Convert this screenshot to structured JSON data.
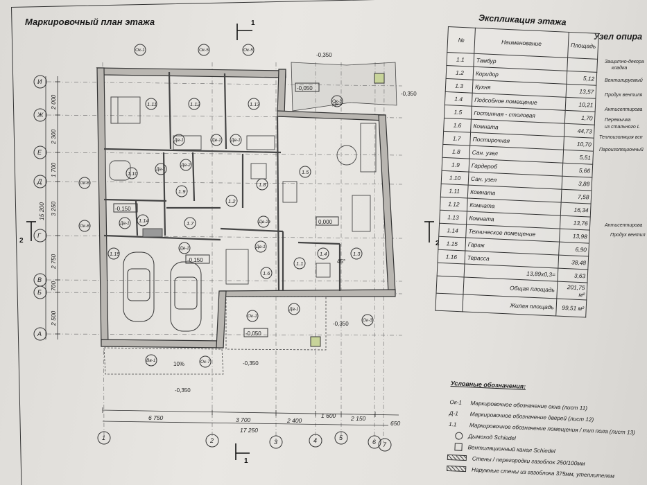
{
  "titles": {
    "plan": "Маркировочный план этажа",
    "explication": "Экспликация этажа",
    "node": "Узел опира"
  },
  "table": {
    "headers": [
      "№",
      "Наименование",
      "Площадь"
    ],
    "rows": [
      {
        "num": "1.1",
        "name": "Тамбур",
        "area": ""
      },
      {
        "num": "1.2",
        "name": "Коридор",
        "area": "5,12"
      },
      {
        "num": "1.3",
        "name": "Кухня",
        "area": "13,57"
      },
      {
        "num": "1.4",
        "name": "Подсобное помещение",
        "area": "10,21"
      },
      {
        "num": "1.5",
        "name": "Гостинная - столовая",
        "area": "1,70"
      },
      {
        "num": "1.6",
        "name": "Комната",
        "area": "44,73"
      },
      {
        "num": "1.7",
        "name": "Постирочная",
        "area": "10,70"
      },
      {
        "num": "1.8",
        "name": "Сан. узел",
        "area": "5,51"
      },
      {
        "num": "1.9",
        "name": "Гардероб",
        "area": "5,66"
      },
      {
        "num": "1.10",
        "name": "Сан. узел",
        "area": "3,88"
      },
      {
        "num": "1.11",
        "name": "Комната",
        "area": "7,58"
      },
      {
        "num": "1.12",
        "name": "Комната",
        "area": "16,34"
      },
      {
        "num": "1.13",
        "name": "Комната",
        "area": "13,76"
      },
      {
        "num": "1.14",
        "name": "Техническое помещение",
        "area": "13,98"
      },
      {
        "num": "1.15",
        "name": "Гараж",
        "area": "6,90"
      },
      {
        "num": "1.16",
        "name": "Терасса",
        "area": "38,48"
      },
      {
        "num": "",
        "name": "13,89х0,3=",
        "area": "3,63"
      }
    ],
    "total_label": "Общая площадь",
    "total_value": "201,75 м²",
    "living_label": "Жилая площадь",
    "living_value": "99,51 м²"
  },
  "legend": {
    "title": "Условные обозначения:",
    "items": [
      {
        "code": "Ок-1",
        "text": "Маркировочное обозначение окна  (лист 11)"
      },
      {
        "code": "Д-1",
        "text": "Маркировочное обозначение дверей (лист 12)"
      },
      {
        "code": "1.1",
        "text": "Маркировочное обозначение помещения / тип пола (лист 13)"
      },
      {
        "code": "",
        "text": "Дымоход Schiedel"
      },
      {
        "code": "",
        "text": "Вентиляционный канал Schiedel"
      },
      {
        "code": "",
        "text": "Стены / перегородки газоблок 250/100мм"
      },
      {
        "code": "",
        "text": "Наружные стены из газоблока 375мм, утеплителем"
      }
    ]
  },
  "side_notes": [
    "Защитно-декора",
    "кладка",
    "Вентилируемый",
    "Продух вентиля",
    "Антисептирова",
    "Перемычка",
    "из стального L",
    "Теплоизоляция всп",
    "Пароизоляционный",
    "Антисептирова",
    "Продух вентил"
  ],
  "plan": {
    "row_axes": [
      "И",
      "Ж",
      "Е",
      "Д",
      "Г",
      "В",
      "Б",
      "А"
    ],
    "col_axes": [
      "1",
      "2",
      "3",
      "4",
      "5",
      "6",
      "7"
    ],
    "left_dims": [
      "2 000",
      "2 300",
      "1 700",
      "3 250",
      "2 750",
      "700",
      "2 500",
      "15 200"
    ],
    "bottom_dims": [
      "6 750",
      "3 700",
      "2 400",
      "1 600",
      "2 150",
      "650"
    ],
    "bottom_total": "17 250",
    "section_label": "1",
    "section_side_label": "2",
    "rooms": [
      "1.11",
      "1.12",
      "1.13",
      "1.10",
      "1.9",
      "1.8",
      "1.5",
      "1.2",
      "1.14",
      "1.7",
      "1.15",
      "1.6",
      "1.1",
      "1.4",
      "1.3"
    ],
    "windows": [
      "Ок-1",
      "Ок-5",
      "Ок-5",
      "Ок-3",
      "Ок-6",
      "Ок-6",
      "Ок-7",
      "Ок-1",
      "Ок-3"
    ],
    "doors": [
      "Дв-1",
      "Дв-1",
      "Дв-1",
      "Дв-2",
      "Дв-1",
      "Дв-1",
      "Дв-2г",
      "Дв-1",
      "Дв-2",
      "Дв-1",
      "Дв-1",
      "Вв-1"
    ],
    "levels": [
      "-0,350",
      "-0,050",
      "-0,350",
      "-0,150",
      "0,000",
      "-0,150",
      "-0,050",
      "-0,350",
      "-0,350",
      "-0,350"
    ],
    "slope": "10%",
    "angle": "45°"
  }
}
